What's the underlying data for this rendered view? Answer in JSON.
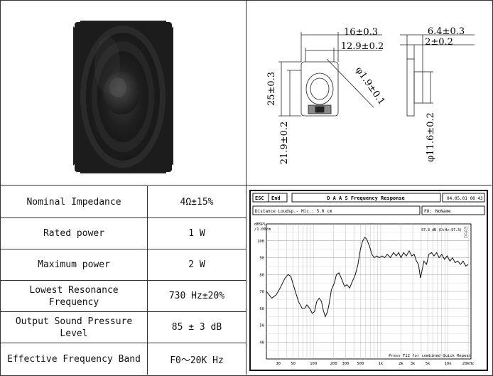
{
  "drawing": {
    "dims": {
      "width_outer": "16±0.3",
      "width_inner": "12.9±0.2",
      "depth": "6.4±0.3",
      "depth_front": "2±0.2",
      "height": "25±0.3",
      "height_inner": "21.9±0.2",
      "hole": "φ1.9±0.1",
      "cone": "φ11.6±0.2"
    }
  },
  "specs": [
    {
      "label": "Nominal Impedance",
      "value": "4Ω±15%"
    },
    {
      "label": "Rated power",
      "value": "1 W"
    },
    {
      "label": "Maximum power",
      "value": "2 W"
    },
    {
      "label": "Lowest Resonance\nFrequency",
      "value": "730 Hz±20%"
    },
    {
      "label": "Output Sound Pressure\nLevel",
      "value": "85 ± 3 dB"
    },
    {
      "label": "Effective Frequency Band",
      "value": "F0～20K Hz"
    }
  ],
  "graph": {
    "esc": "ESC",
    "end": "End",
    "title": "D A A S  Frequency Response",
    "date": "04.05.01 08 43",
    "info": "Distance Loudsp.- Mic.: 5.0 cm",
    "fo_key": "FO:",
    "fo_val": "NoName",
    "unit1": "dBSPL",
    "unit2": "/1.00/m",
    "readout": "97.3 dB  (D:Hz:97.3)",
    "footer": "Press F12 for combined Quick Repeat",
    "brand": "DAAS"
  },
  "chart_data": {
    "type": "line",
    "xscale": "log",
    "xlim": [
      20,
      22000
    ],
    "ylim": [
      30,
      110
    ],
    "yticks": [
      40,
      50,
      60,
      70,
      80,
      90,
      100
    ],
    "xticks": [
      {
        "v": 30,
        "label": "30"
      },
      {
        "v": 50,
        "label": "50"
      },
      {
        "v": 100,
        "label": "100"
      },
      {
        "v": 200,
        "label": "200"
      },
      {
        "v": 300,
        "label": "300"
      },
      {
        "v": 500,
        "label": "500"
      },
      {
        "v": 1000,
        "label": "1k"
      },
      {
        "v": 2000,
        "label": "2k"
      },
      {
        "v": 3000,
        "label": "3k"
      },
      {
        "v": 5000,
        "label": "5k"
      },
      {
        "v": 10000,
        "label": "10k"
      },
      {
        "v": 20000,
        "label": "20kHz"
      }
    ],
    "series": [
      {
        "points": [
          [
            20,
            70
          ],
          [
            24,
            66
          ],
          [
            28,
            68
          ],
          [
            32,
            72
          ],
          [
            38,
            78
          ],
          [
            42,
            80
          ],
          [
            46,
            79
          ],
          [
            52,
            72
          ],
          [
            60,
            64
          ],
          [
            68,
            60
          ],
          [
            74,
            60
          ],
          [
            80,
            62
          ],
          [
            88,
            60
          ],
          [
            96,
            57
          ],
          [
            104,
            58
          ],
          [
            112,
            64
          ],
          [
            122,
            66
          ],
          [
            132,
            64
          ],
          [
            140,
            59
          ],
          [
            150,
            55
          ],
          [
            162,
            58
          ],
          [
            172,
            63
          ],
          [
            185,
            71
          ],
          [
            205,
            75
          ],
          [
            220,
            80
          ],
          [
            240,
            81
          ],
          [
            265,
            77
          ],
          [
            290,
            73
          ],
          [
            315,
            74
          ],
          [
            345,
            72
          ],
          [
            380,
            76
          ],
          [
            420,
            80
          ],
          [
            460,
            86
          ],
          [
            500,
            95
          ],
          [
            540,
            100
          ],
          [
            580,
            102
          ],
          [
            620,
            101
          ],
          [
            680,
            97
          ],
          [
            740,
            92
          ],
          [
            800,
            90
          ],
          [
            880,
            91
          ],
          [
            950,
            90
          ],
          [
            1050,
            91
          ],
          [
            1150,
            90
          ],
          [
            1250,
            92
          ],
          [
            1400,
            90
          ],
          [
            1550,
            93
          ],
          [
            1700,
            91
          ],
          [
            1850,
            93
          ],
          [
            2000,
            90
          ],
          [
            2200,
            93
          ],
          [
            2400,
            91
          ],
          [
            2650,
            94
          ],
          [
            2900,
            91
          ],
          [
            3150,
            92
          ],
          [
            3400,
            88
          ],
          [
            3650,
            86
          ],
          [
            3900,
            78
          ],
          [
            4100,
            82
          ],
          [
            4400,
            88
          ],
          [
            4800,
            86
          ],
          [
            5200,
            92
          ],
          [
            5700,
            93
          ],
          [
            6200,
            91
          ],
          [
            6800,
            93
          ],
          [
            7400,
            90
          ],
          [
            8100,
            92
          ],
          [
            8900,
            89
          ],
          [
            9700,
            91
          ],
          [
            10700,
            88
          ],
          [
            11700,
            90
          ],
          [
            12800,
            87
          ],
          [
            14000,
            88
          ],
          [
            15400,
            86
          ],
          [
            16800,
            88
          ],
          [
            18400,
            85
          ],
          [
            20000,
            86
          ]
        ]
      }
    ]
  }
}
